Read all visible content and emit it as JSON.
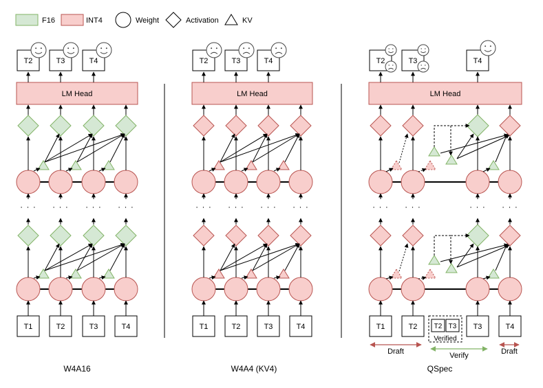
{
  "legend": {
    "f16": "F16",
    "int4": "INT4",
    "weight": "Weight",
    "activation": "Activation",
    "kv": "KV"
  },
  "colors": {
    "green_fill": "#d5e8d4",
    "green_stroke": "#82b366",
    "red_fill": "#f8cecc",
    "red_stroke": "#b85450",
    "draft_arrow": "#b85450",
    "verify_arrow": "#82b366"
  },
  "shared": {
    "lm_head": "LM Head",
    "ellipsis": "· · ·"
  },
  "panels": {
    "w4a16": {
      "caption": "W4A16",
      "inputs": [
        "T1",
        "T2",
        "T3",
        "T4"
      ],
      "outputs": [
        "T2",
        "T3",
        "T4"
      ],
      "output_faces": [
        "happy",
        "happy",
        "happy"
      ]
    },
    "w4a4": {
      "caption": "W4A4 (KV4)",
      "inputs": [
        "T1",
        "T2",
        "T3",
        "T4"
      ],
      "outputs": [
        "T2",
        "T3",
        "T4"
      ],
      "output_faces": [
        "sad",
        "sad",
        "sad"
      ]
    },
    "qspec": {
      "caption": "QSpec",
      "inputs": [
        "T1",
        "T2",
        "T3",
        "T4"
      ],
      "verified_tokens": [
        "T2",
        "T3"
      ],
      "verified_label": "Verified",
      "outputs": [
        "T2",
        "T3",
        "T4"
      ],
      "draft_label": "Draft",
      "verify_label": "Verify",
      "draft_label_2": "Draft"
    }
  }
}
